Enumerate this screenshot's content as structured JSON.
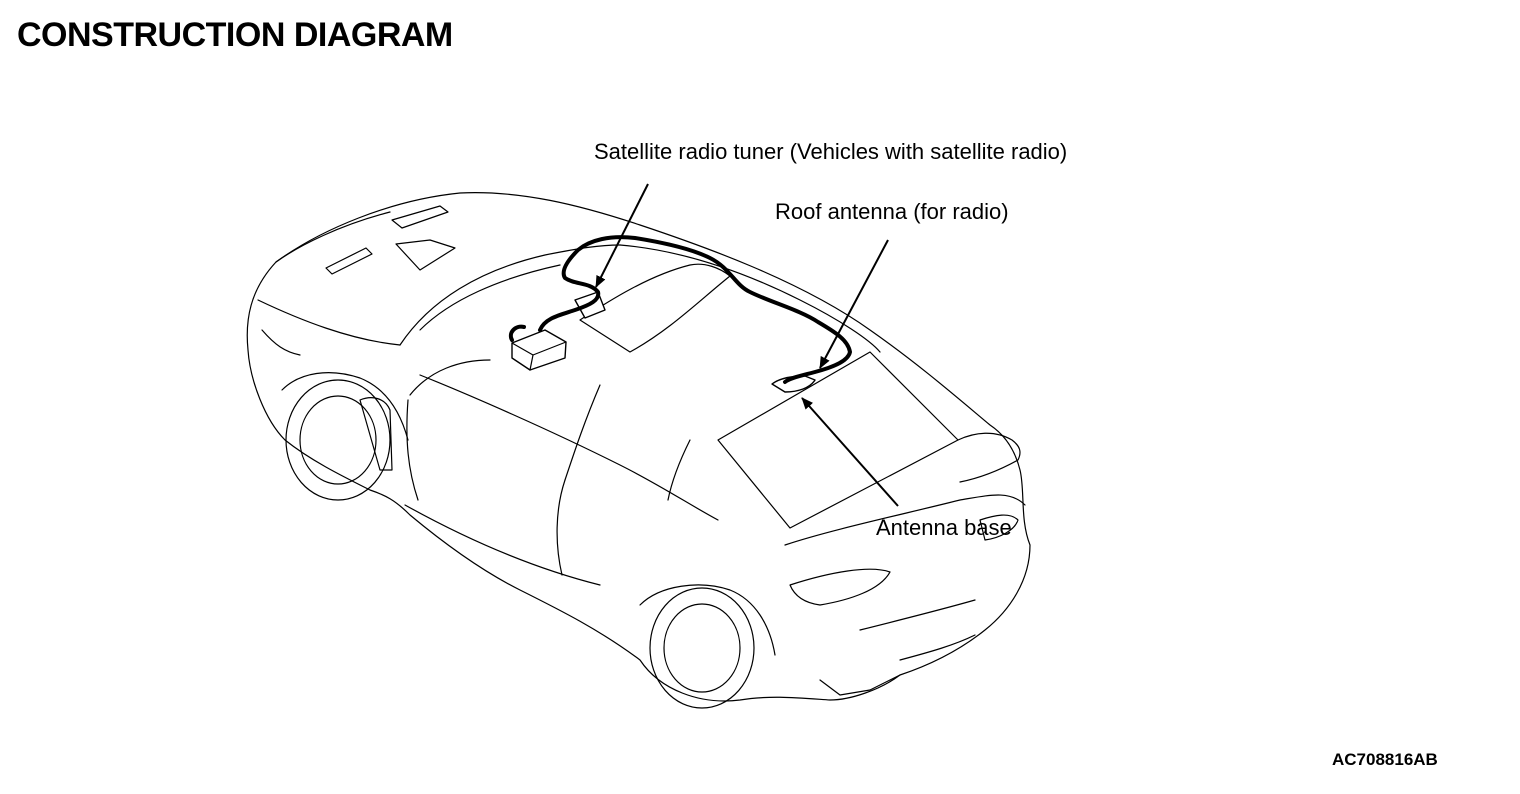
{
  "title": "CONSTRUCTION DIAGRAM",
  "labels": {
    "satellite_tuner": "Satellite radio tuner (Vehicles with satellite radio)",
    "roof_antenna": "Roof antenna (for radio)",
    "antenna_base": "Antenna base"
  },
  "figure_code": "AC708816AB"
}
